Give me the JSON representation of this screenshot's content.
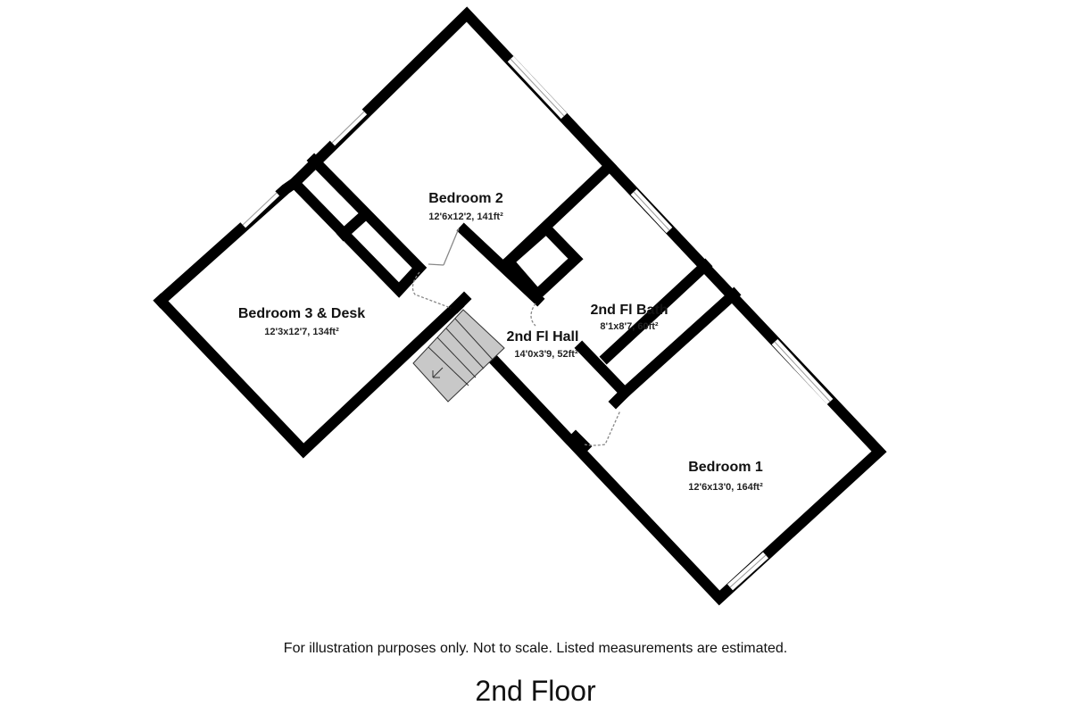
{
  "rooms": [
    {
      "name": "Bedroom 2",
      "dimensions": "12'6x12'2, 141ft²"
    },
    {
      "name": "Bedroom 3 & Desk",
      "dimensions": "12'3x12'7, 134ft²"
    },
    {
      "name": "2nd Fl Hall",
      "dimensions": "14'0x3'9, 52ft²"
    },
    {
      "name": "2nd Fl Bath",
      "dimensions": "8'1x8'7, 60ft²"
    },
    {
      "name": "Bedroom 1",
      "dimensions": "12'6x13'0, 164ft²"
    }
  ],
  "disclaimer": "For illustration purposes only. Not to scale. Listed measurements are estimated.",
  "floor_title": "2nd Floor",
  "colors": {
    "wall": "#000000",
    "stairs": "#c8c8c8",
    "background": "#ffffff"
  }
}
